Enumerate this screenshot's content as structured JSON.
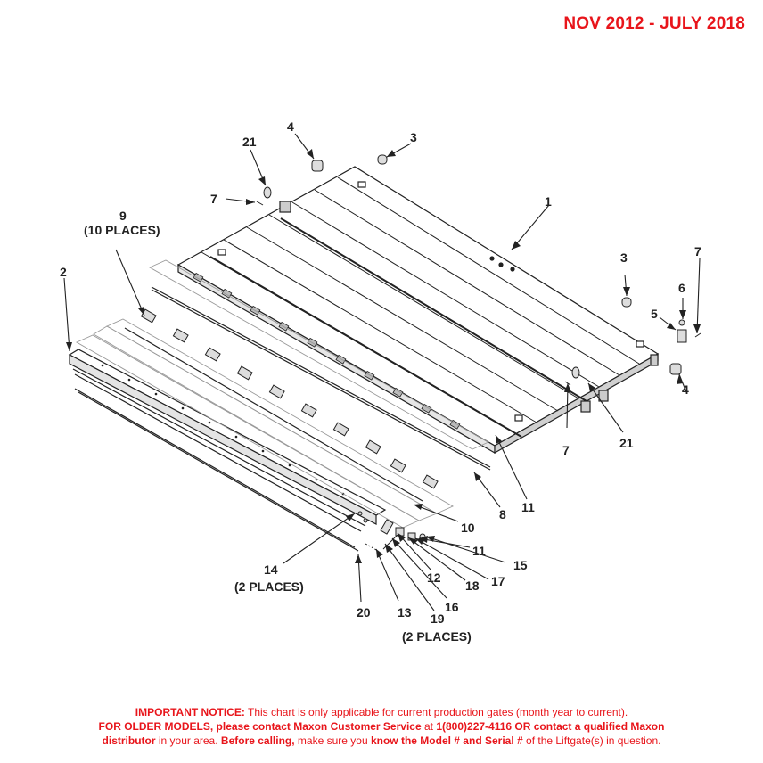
{
  "header": {
    "date_range": "NOV 2012 - JULY 2018"
  },
  "callouts": [
    {
      "id": "c1",
      "text": "1"
    },
    {
      "id": "c2",
      "text": "2"
    },
    {
      "id": "c3a",
      "text": "3"
    },
    {
      "id": "c3b",
      "text": "3"
    },
    {
      "id": "c4a",
      "text": "4"
    },
    {
      "id": "c4b",
      "text": "4"
    },
    {
      "id": "c5",
      "text": "5"
    },
    {
      "id": "c6",
      "text": "6"
    },
    {
      "id": "c7a",
      "text": "7"
    },
    {
      "id": "c7b",
      "text": "7"
    },
    {
      "id": "c7c",
      "text": "7"
    },
    {
      "id": "c8",
      "text": "8"
    },
    {
      "id": "c9",
      "text": "9"
    },
    {
      "id": "c9q",
      "text": "(10 PLACES)"
    },
    {
      "id": "c10",
      "text": "10"
    },
    {
      "id": "c11a",
      "text": "11"
    },
    {
      "id": "c11b",
      "text": "11"
    },
    {
      "id": "c12",
      "text": "12"
    },
    {
      "id": "c13",
      "text": "13"
    },
    {
      "id": "c14",
      "text": "14"
    },
    {
      "id": "c14q",
      "text": "(2 PLACES)"
    },
    {
      "id": "c15",
      "text": "15"
    },
    {
      "id": "c16",
      "text": "16"
    },
    {
      "id": "c17",
      "text": "17"
    },
    {
      "id": "c18",
      "text": "18"
    },
    {
      "id": "c19",
      "text": "19"
    },
    {
      "id": "c19q",
      "text": "(2 PLACES)"
    },
    {
      "id": "c20",
      "text": "20"
    },
    {
      "id": "c21a",
      "text": "21"
    },
    {
      "id": "c21b",
      "text": "21"
    }
  ],
  "notice": {
    "l1_bold": "IMPORTANT NOTICE:",
    "l1_rest": " This chart is only applicable for current production gates (month year to current).",
    "l2_a": "FOR OLDER MODELS, please contact Maxon Customer Service",
    "l2_b": " at ",
    "l2_c": "1(800)227-4116 OR contact a qualified Maxon",
    "l3_a": "distributor",
    "l3_b": " in your area. ",
    "l3_c": "Before calling,",
    "l3_d": " make sure you ",
    "l3_e": "know the Model # and Serial #",
    "l3_f": " of the Liftgate(s) in question."
  },
  "colors": {
    "accent": "#e8151b",
    "ink": "#222222"
  }
}
